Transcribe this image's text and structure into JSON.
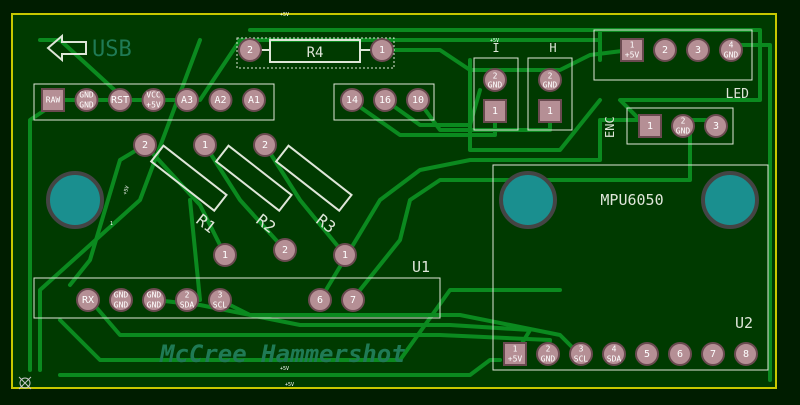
{
  "usb_label": "USB",
  "raw_pins": [
    {
      "label": "RAW",
      "sub": ""
    },
    {
      "label": "GND",
      "sub": "GND"
    },
    {
      "label": "RST",
      "sub": ""
    },
    {
      "label": "VCC",
      "sub": "+5V"
    },
    {
      "label": "A3",
      "sub": ""
    },
    {
      "label": "A2",
      "sub": ""
    },
    {
      "label": "A1",
      "sub": ""
    }
  ],
  "top_right_pins": [
    {
      "label": "14"
    },
    {
      "label": "16"
    },
    {
      "label": "10"
    }
  ],
  "r4": {
    "name": "R4",
    "pin1": "1",
    "pin2": "2"
  },
  "resistors": [
    {
      "name": "R1",
      "pin1": "1",
      "pin2": "2"
    },
    {
      "name": "R2",
      "pin1": "1",
      "pin2": "2"
    },
    {
      "name": "R3",
      "pin1": "1",
      "pin2": "2"
    }
  ],
  "switch_i": {
    "label": "I",
    "pin_top": "2",
    "sub": "GND",
    "pin_bottom": "1"
  },
  "switch_h": {
    "label": "H",
    "pin_top": "2",
    "sub": "GND",
    "pin_bottom": "1"
  },
  "led": {
    "label": "LED",
    "pins": [
      {
        "num": "1",
        "sub": "+5V"
      },
      {
        "num": "2",
        "sub": ""
      },
      {
        "num": "3",
        "sub": ""
      },
      {
        "num": "4",
        "sub": "GND"
      }
    ]
  },
  "enc": {
    "label": "ENC",
    "pins": [
      {
        "num": "1",
        "sub": ""
      },
      {
        "num": "2",
        "sub": "GND"
      },
      {
        "num": "3",
        "sub": ""
      }
    ]
  },
  "mpu_label": "MPU6050",
  "u1": {
    "label": "U1",
    "pins": [
      {
        "num": "RX",
        "sub": ""
      },
      {
        "num": "GND",
        "sub": "GND"
      },
      {
        "num": "GND",
        "sub": "GND"
      },
      {
        "num": "2",
        "sub": "SDA"
      },
      {
        "num": "3",
        "sub": "SCL"
      }
    ],
    "pins_right": [
      {
        "num": "6"
      },
      {
        "num": "7"
      }
    ]
  },
  "u2": {
    "label": "U2",
    "pins": [
      {
        "num": "1",
        "sub": "+5V"
      },
      {
        "num": "2",
        "sub": "GND"
      },
      {
        "num": "3",
        "sub": "SCL"
      },
      {
        "num": "4",
        "sub": "SDA"
      },
      {
        "num": "5",
        "sub": ""
      },
      {
        "num": "6",
        "sub": ""
      },
      {
        "num": "7",
        "sub": ""
      },
      {
        "num": "8",
        "sub": ""
      }
    ]
  },
  "board_title": "McCree Hammershot",
  "net_labels": {
    "plus5v": "+5V",
    "pin1": "1"
  },
  "colors": {
    "board": "#003a00",
    "edge": "#c8c800",
    "copper": "#0b8a1f",
    "pad": "#b58f95",
    "silk": "#dfe6d9",
    "hole": "#1a8f8f",
    "title": "#1f7a55"
  }
}
